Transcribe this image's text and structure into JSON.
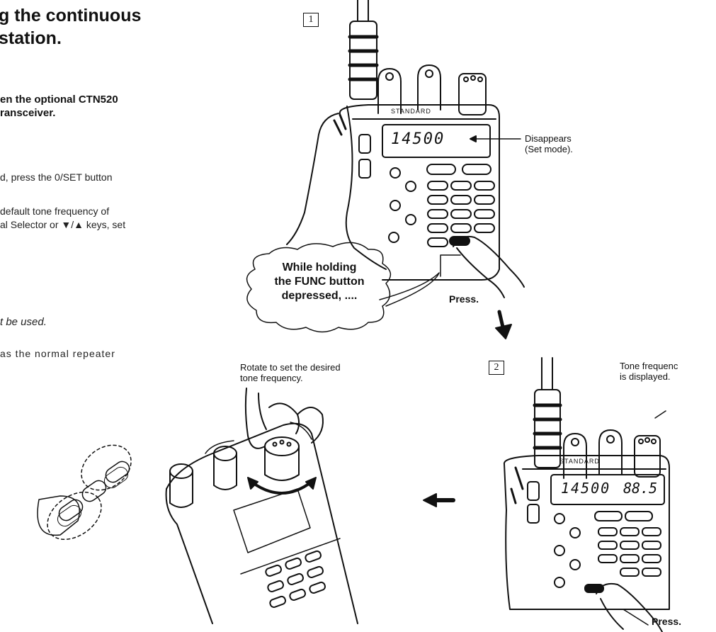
{
  "heading": {
    "line1": "g the continuous",
    "line2": "station."
  },
  "subheading": {
    "line1": "en the optional CTN520",
    "line2": "ransceiver."
  },
  "paragraphs": {
    "p1": "d, press the 0/SET button",
    "p2_line1": "default tone frequency of",
    "p2_line2": "al Selector or ▼/▲ keys, set",
    "p3": "t be used.",
    "p4": "as the normal repeater"
  },
  "figure": {
    "step1_label": "1",
    "step2_label": "2",
    "radio_brand": "STANDARD",
    "display1": "14500",
    "display2_freq": "14500",
    "display2_tone": "88.5",
    "callout_disappears_line1": "Disappears",
    "callout_disappears_line2": "(Set mode).",
    "bubble_line1": "While holding",
    "bubble_line2": "the FUNC button",
    "bubble_line3": "depressed,  ....",
    "press1": "Press.",
    "press2": "Press.",
    "rotate_line1": "Rotate to set the desired",
    "rotate_line2": "tone frequency.",
    "tone_line1": "Tone frequenc",
    "tone_line2": "is displayed."
  }
}
